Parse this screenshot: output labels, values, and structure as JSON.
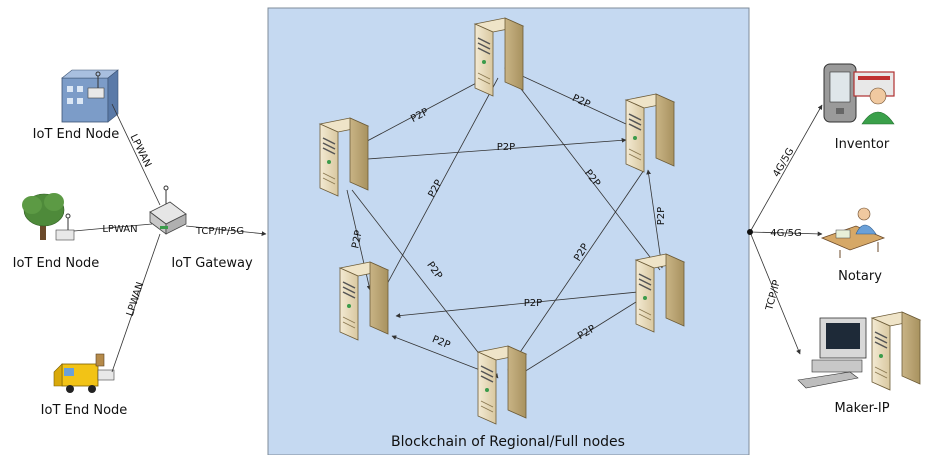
{
  "region": {
    "caption": "Blockchain of Regional/Full nodes",
    "fill": "#c5d9f1",
    "stroke": "#7f8c9a"
  },
  "iot": {
    "node1": "IoT End Node",
    "node2": "IoT End Node",
    "node3": "IoT End Node",
    "gateway": "IoT Gateway",
    "link_top": "LPWAN",
    "link_mid": "LPWAN",
    "link_bot": "LPWAN",
    "gateway_link": "TCP/IP/5G"
  },
  "p2p": "P2P",
  "endpoints": {
    "inventor": "Inventor",
    "notary": "Notary",
    "maker": "Maker-IP",
    "link_inventor": "4G/5G",
    "link_notary": "4G/5G",
    "link_maker": "TCP/IP"
  },
  "colors": {
    "server_body": "#e8dcc0",
    "server_side": "#cbb98f",
    "line": "#333333"
  }
}
